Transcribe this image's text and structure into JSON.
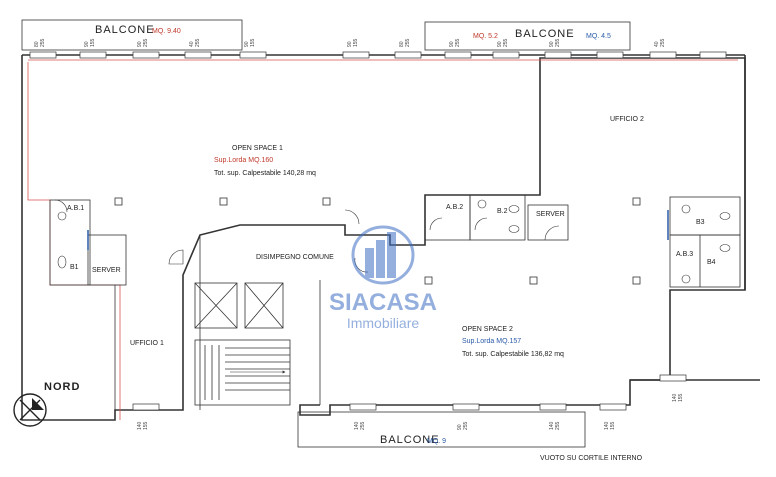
{
  "balconies": {
    "top_left": {
      "label": "BALCONE",
      "area": "MQ. 9.40"
    },
    "top_right": {
      "label": "BALCONE",
      "area_left": "MQ. 5.2",
      "area_right": "MQ. 4.5"
    },
    "bottom": {
      "label": "BALCONE",
      "area": "MQ. 9"
    }
  },
  "rooms": {
    "open_space_1": {
      "name": "OPEN SPACE 1",
      "gross": "Sup.Lorda MQ.160",
      "net": "Tot. sup. Calpestabile 140,28 mq"
    },
    "open_space_2": {
      "name": "OPEN SPACE 2",
      "gross": "Sup.Lorda MQ.157",
      "net": "Tot. sup. Calpestabile 136,82 mq"
    },
    "ufficio_1": "UFFICIO 1",
    "ufficio_2": "UFFICIO 2",
    "disimpegno": "DISIMPEGNO COMUNE",
    "server_left": "SERVER",
    "server_right": "SERVER",
    "ab1": "A.B.1",
    "b1": "B1",
    "ab2": "A.B.2",
    "b2": "B.2",
    "b3": "B3",
    "ab3": "A.B.3",
    "b4": "B4"
  },
  "compass": {
    "label": "NORD"
  },
  "courtyard_note": "VUOTO SU CORTILE INTERNO",
  "watermark": {
    "name": "SIACASA",
    "sub": "Immobiliare"
  },
  "window_dims": {
    "top": [
      "80\n255",
      "90\n155",
      "90\n255",
      "40\n255",
      "90\n155",
      "90\n155",
      "80\n255",
      "90\n255",
      "90\n255",
      "90\n255",
      "40\n255"
    ],
    "bottom": [
      "140\n155",
      "140\n255",
      "90\n255",
      "140\n255",
      "140\n155",
      "140\n155"
    ]
  },
  "colors": {
    "wall": "#333333",
    "area_text": "#c0392b",
    "blue_text": "#2a5aa8",
    "watermark": "#3d6fc4"
  }
}
